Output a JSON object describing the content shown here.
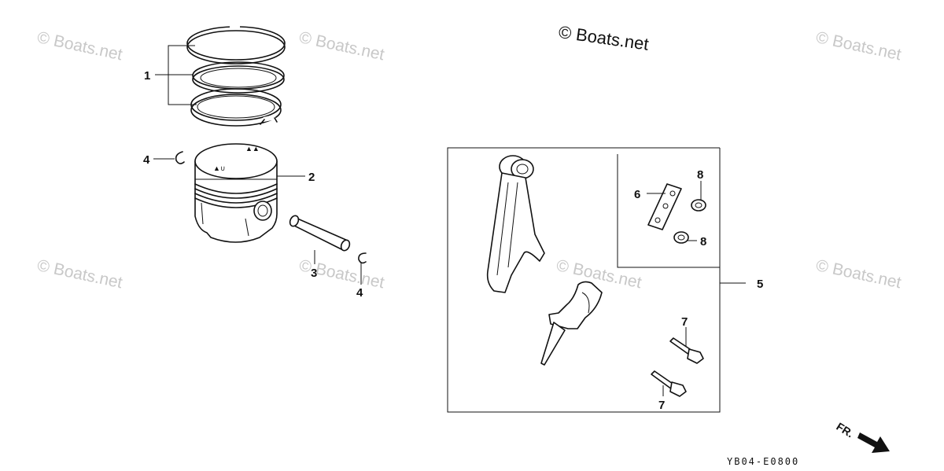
{
  "watermarks": {
    "main": "© Boats.net",
    "tiles": [
      "© Boats.net",
      "© Boats.net",
      "© Boats.net",
      "© Boats.net",
      "© Boats.net",
      "© Boats.net"
    ]
  },
  "callouts": {
    "rings": "1",
    "piston": "2",
    "pin": "3",
    "clip_upper": "4",
    "clip_lower": "4",
    "conrod_kit": "5",
    "plate": "6",
    "bolt_upper": "7",
    "bolt_lower": "7",
    "nut_upper": "8",
    "nut_lower": "8"
  },
  "front_indicator": "FR.",
  "diagram_code": "YB04-E0800",
  "colors": {
    "line": "#111111",
    "watermark": "#c8c8c8",
    "background": "#ffffff"
  }
}
